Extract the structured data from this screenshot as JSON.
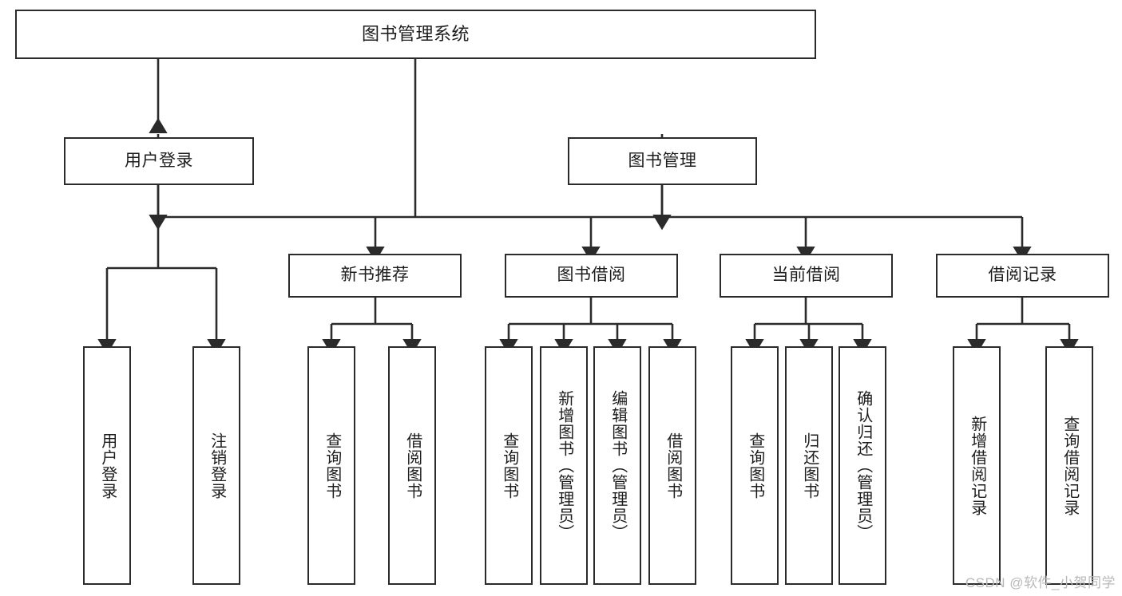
{
  "diagram": {
    "title": "图书管理系统",
    "watermark": "CSDN @软件_小贺同学",
    "line_color": "#2b2b2b",
    "box_fill": "#ffffff",
    "text_color": "#1d1d1d",
    "nodes": {
      "root": "图书管理系统",
      "level1": [
        {
          "label": "用户登录"
        },
        {
          "label": "图书管理"
        }
      ],
      "level2": [
        {
          "label": "新书推荐"
        },
        {
          "label": "图书借阅"
        },
        {
          "label": "当前借阅"
        },
        {
          "label": "借阅记录"
        }
      ],
      "leaves_user_login": [
        {
          "label": "用户登录"
        },
        {
          "label": "注销登录"
        }
      ],
      "leaves_new_book": [
        {
          "label": "查询图书"
        },
        {
          "label": "借阅图书"
        }
      ],
      "leaves_borrow": [
        {
          "label": "查询图书"
        },
        {
          "label": "新增图书（管理员）"
        },
        {
          "label": "编辑图书（管理员）"
        },
        {
          "label": "借阅图书"
        }
      ],
      "leaves_current": [
        {
          "label": "查询图书"
        },
        {
          "label": "归还图书"
        },
        {
          "label": "确认归还（管理员）"
        }
      ],
      "leaves_record": [
        {
          "label": "新增借阅记录"
        },
        {
          "label": "查询借阅记录"
        }
      ]
    }
  }
}
